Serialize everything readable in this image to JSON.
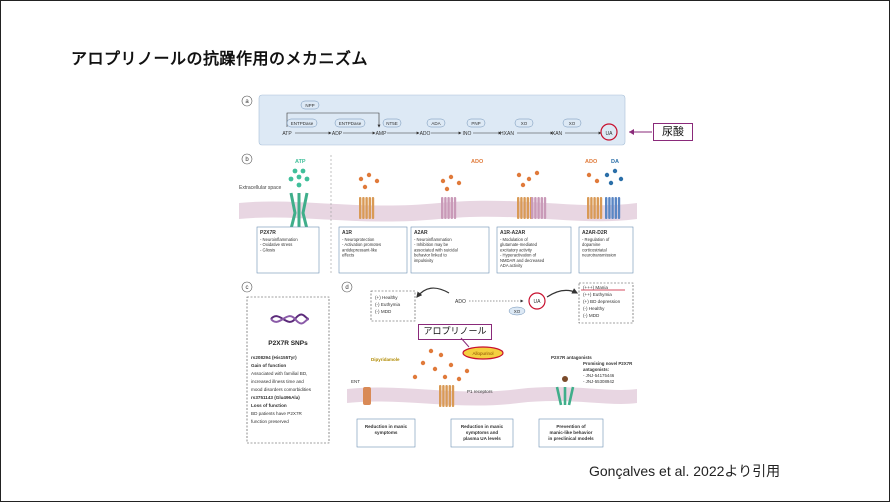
{
  "slide": {
    "title": "アロプリノールの抗躁作用のメカニズム",
    "citation": "Gonçalves et al. 2022より引用",
    "callout_urate": "尿酸",
    "callout_allopurinol": "アロプリノール"
  },
  "figure": {
    "panel_a": {
      "letter": "a",
      "enzymes": [
        "NPP",
        "ENTPDase",
        "ENTPDase",
        "NT5E",
        "ADA",
        "PNP",
        "XO",
        "XO"
      ],
      "metabolites": [
        "ATP",
        "ADP",
        "AMP",
        "ADO",
        "INO",
        "HXAN",
        "XAN",
        "UA"
      ]
    },
    "panel_b": {
      "letter": "b",
      "atp_label": "ATP",
      "ado_label": "ADO",
      "da_ado_label": "ADO",
      "da_label": "DA",
      "extracellular": "Extracellular space",
      "boxes": [
        {
          "title": "P2X7R",
          "lines": [
            "- Neuroinflammation",
            "- Oxidative stress",
            "- Gliosis"
          ]
        },
        {
          "title": "A1R",
          "lines": [
            "- Neuroprotection",
            "- Activation promotes",
            "antidepressant-like",
            "effects"
          ]
        },
        {
          "title": "A2AR",
          "lines": [
            "- Neuroinflammation",
            "- Inhibition may be",
            "associated with suicidal",
            "behavior linked to",
            "impulsivity"
          ]
        },
        {
          "title": "A1R-A2AR",
          "lines": [
            "- Modulation of",
            "glutamate-mediated",
            "excitatory activity",
            "- Hyperactivation of",
            "NMDAR and decreased",
            "ADA activity"
          ]
        },
        {
          "title": "A2AR-D2R",
          "lines": [
            "- Regulation of",
            "dopamine",
            "corticostriatal",
            "neurotransmission"
          ]
        }
      ]
    },
    "panel_c": {
      "letter": "c",
      "title": "P2X7R SNPs",
      "lines": [
        "rs208294 (His155Tyr)",
        "Gain of function",
        "Associated with familial BD,",
        "increased illness time and",
        "mood disorders comorbidities",
        "rs3751143 (Glu496Ala)",
        "Loss of function",
        "BD patients have P2X7R",
        "function preserved"
      ]
    },
    "panel_d": {
      "letter": "d",
      "ado": "ADO",
      "ua": "UA",
      "xo": "XO",
      "left_box": [
        "(+) Healthy",
        "(-) Euthymia",
        "(-) MDD"
      ],
      "right_box": [
        "(+++) Mania",
        "(++) Euthymia",
        "(+) BD depression",
        "(-) Healthy",
        "(-) MDD"
      ],
      "dipyridamole": "Dipyridamole",
      "allopurinol": "Allopurinol",
      "ent": "ENT",
      "p1": "P1 receptors",
      "antagonists": "P2X7R antagonists",
      "novel": [
        "Promising novel P2X7R",
        "antagonists:",
        "- JNJ-54175446",
        "- JNJ-55308942"
      ],
      "outcomes": [
        [
          "Reduction in manic",
          "symptoms"
        ],
        [
          "Reduction in manic",
          "symptoms and",
          "plasma UA levels"
        ],
        [
          "Prevention of",
          "manic-like behavior",
          "in preclinical models"
        ]
      ]
    }
  },
  "colors": {
    "accent_red": "#c8102e",
    "callout_border": "#8a2a7a",
    "panel_a_bg": "#dde9f5",
    "membrane": "#e8d6e2",
    "ado_dot": "#e07a3a",
    "atp_dot": "#3fbf9a",
    "da_dot": "#2b6fa8",
    "receptor_orange": "#d99a56",
    "receptor_pink": "#c99ab8",
    "receptor_blue": "#5a86c4"
  },
  "icons": [
    "dna-helix-icon",
    "receptor-icon",
    "channel-icon"
  ]
}
